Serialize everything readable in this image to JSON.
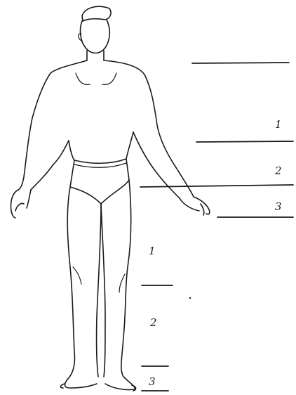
{
  "diagram": {
    "upper_limb_segments": [
      {
        "label": "1"
      },
      {
        "label": "2"
      },
      {
        "label": "3"
      }
    ],
    "lower_limb_segments": [
      {
        "label": "1"
      },
      {
        "label": "2"
      },
      {
        "label": "3"
      }
    ]
  }
}
